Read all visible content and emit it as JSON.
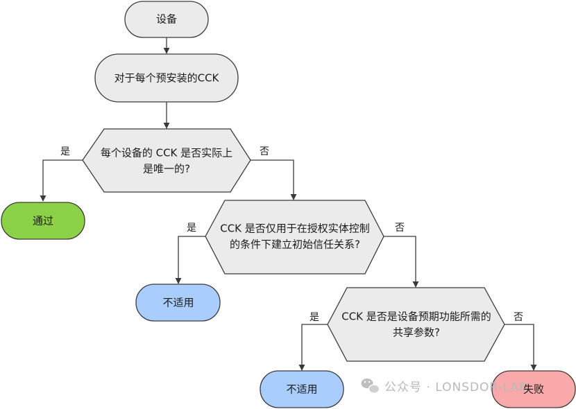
{
  "nodes": {
    "start": "设备",
    "loop": "对于每个预安装的CCK",
    "q1": [
      "每个设备的 CCK 是否实际上",
      "是唯一的?"
    ],
    "pass": "通过",
    "q2": [
      "CCK 是否仅用于在授权实体控制",
      "的条件下建立初始信任关系?"
    ],
    "na1": "不适用",
    "q3": [
      "CCK 是否是设备预期功能所需的",
      "共享参数?"
    ],
    "na2": "不适用",
    "fail": "失败"
  },
  "edges": {
    "q1_yes": "是",
    "q1_no": "否",
    "q2_yes": "是",
    "q2_no": "否",
    "q3_yes": "是",
    "q3_no": "否"
  },
  "watermark": "公众号 · LONSDOR-LAB",
  "colors": {
    "gray_fill": "#ebebeb",
    "green_fill": "#8cd248",
    "blue_fill": "#a9cdfd",
    "red_fill": "#f9a9aa",
    "stroke": "#3a3a3a"
  }
}
